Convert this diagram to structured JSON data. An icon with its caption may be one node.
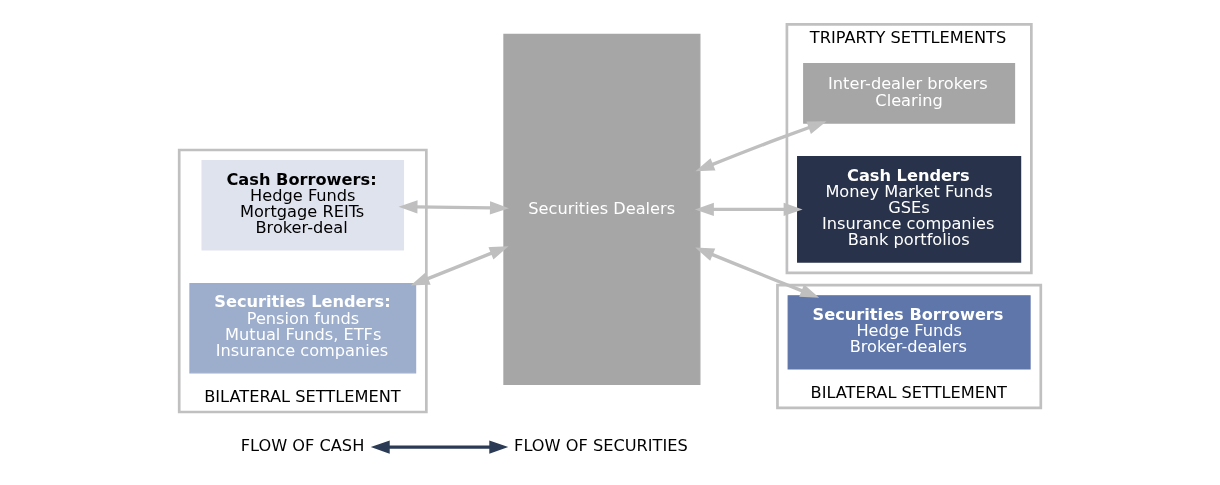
{
  "diagram": {
    "nodes": [
      {
        "text": [
          "FLOW OF CASH"
        ]
      },
      {
        "text": [
          "FLOW OF SECURITIES"
        ]
      },
      {
        "text": [
          "BILATERAL SETTLEMENT"
        ]
      },
      {
        "text": [
          "Cash Borrowers:",
          "Hedge Funds",
          "Mortgage REITs",
          "Broker-deal"
        ],
        "in": 2
      },
      {
        "text": [
          "Securities Lenders:",
          "Pension funds",
          "Mutual Funds, ETFs",
          "Insurance companies"
        ],
        "in": 2
      },
      {
        "text": [
          "Securities Dealers"
        ]
      },
      {
        "text": [
          "TRIPARTY SETTLEMENTS"
        ]
      },
      {
        "text": [
          "Inter-dealer brokers",
          "Clearing"
        ],
        "in": 6
      },
      {
        "text": [
          "Cash Lenders",
          "Money Market Funds",
          "GSEs",
          "Insurance companies",
          "Bank portfolios"
        ],
        "in": 6
      },
      {
        "text": [
          "BILATERAL SETTLEMENT"
        ]
      },
      {
        "text": [
          "Securities Borrowers",
          "Hedge Funds",
          "Broker-dealers"
        ],
        "in": 9
      }
    ],
    "edges": [
      {
        "from": 0,
        "to": 1,
        "arrow": "both",
        "color": "#2b3a55"
      },
      {
        "from": 3,
        "to": 5,
        "arrow": "both"
      },
      {
        "from": 4,
        "to": 5,
        "arrow": "both"
      },
      {
        "from": 5,
        "to": 7,
        "arrow": "both"
      },
      {
        "from": 5,
        "to": 8,
        "arrow": "both"
      },
      {
        "from": 5,
        "to": 10,
        "arrow": "both"
      }
    ]
  }
}
